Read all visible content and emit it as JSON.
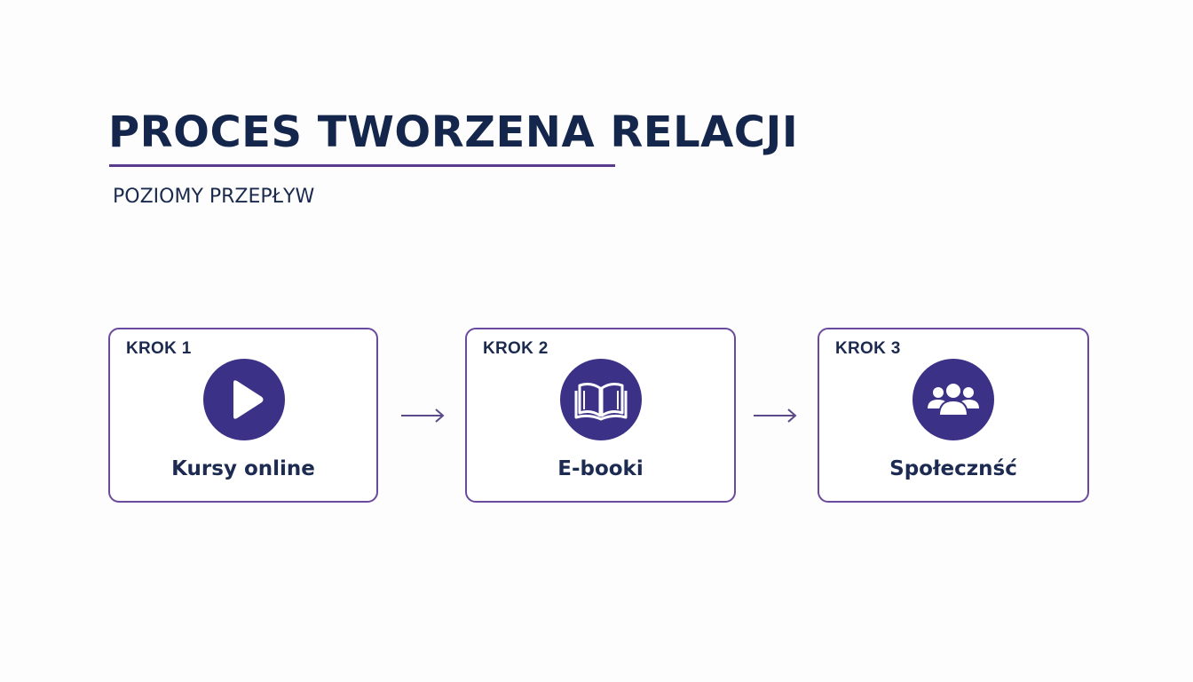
{
  "header": {
    "title": "PROCES TWORZENA RELACJI",
    "subtitle": "POZIOMY PRZEPŁYW"
  },
  "colors": {
    "title": "#14264c",
    "accent": "#5a3a8e",
    "icon_fill": "#3b3288",
    "box_border": "#6a4a9c"
  },
  "steps": [
    {
      "label": "KROK 1",
      "name": "Kursy online",
      "icon": "play-icon"
    },
    {
      "label": "KROK 2",
      "name": "E-booki",
      "icon": "open-book-icon"
    },
    {
      "label": "KROK 3",
      "name": "Społecznść",
      "icon": "people-group-icon"
    }
  ]
}
